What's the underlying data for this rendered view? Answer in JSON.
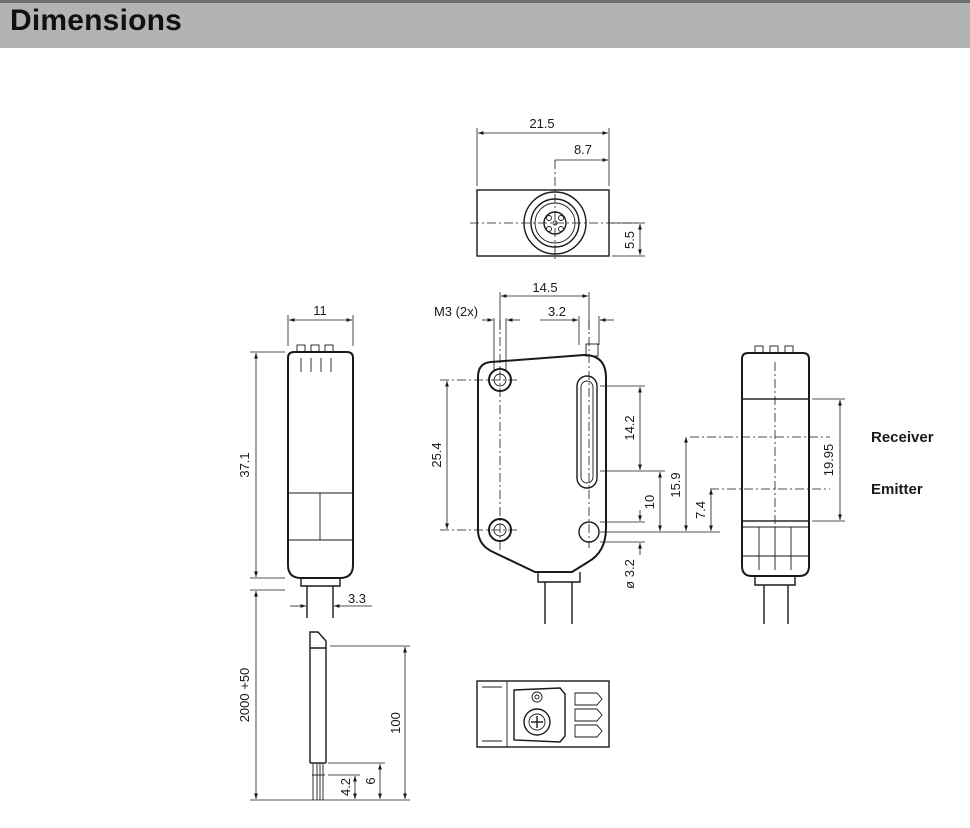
{
  "header": {
    "title": "Dimensions"
  },
  "dimensions": {
    "top_width": "21.5",
    "top_offset": "8.7",
    "top_height": "5.5",
    "side_width": "11",
    "side_height": "37.1",
    "side_cable": "3.3",
    "front_hole_spacing": "14.5",
    "front_thread": "M3 (2x)",
    "front_offset": "3.2",
    "front_height": "25.4",
    "front_slot": "14.2",
    "front_d10": "10",
    "front_d159": "15.9",
    "front_d74": "7.4",
    "front_hole_dia": "ø 3.2",
    "lens_height": "19.95",
    "cable_length": "2000 +50",
    "wire_100": "100",
    "wire_42": "4.2",
    "wire_6": "6"
  },
  "labels": {
    "receiver": "Receiver",
    "emitter": "Emitter"
  }
}
